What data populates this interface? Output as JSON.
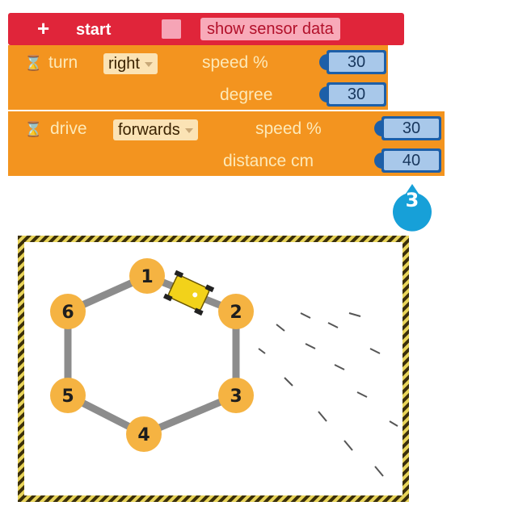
{
  "start_block": {
    "plus_symbol": "+",
    "label": "start",
    "sensor_button": "show sensor data"
  },
  "turn_block": {
    "icon": "hourglass-icon",
    "keyword": "turn",
    "direction": "right",
    "speed_label": "speed %",
    "speed_value": "30",
    "degree_label": "degree",
    "degree_value": "30"
  },
  "drive_block": {
    "icon": "hourglass-icon",
    "keyword": "drive",
    "direction": "forwards",
    "speed_label": "speed %",
    "speed_value": "30",
    "distance_label": "distance cm",
    "distance_value": "40"
  },
  "callout": {
    "label": "3"
  },
  "arena": {
    "nodes": [
      "1",
      "2",
      "3",
      "4",
      "5",
      "6"
    ],
    "colors": {
      "node": "#f5b342",
      "path": "#8c8c8c",
      "robot": "#f2d21a",
      "border": "#5b4a10"
    }
  }
}
